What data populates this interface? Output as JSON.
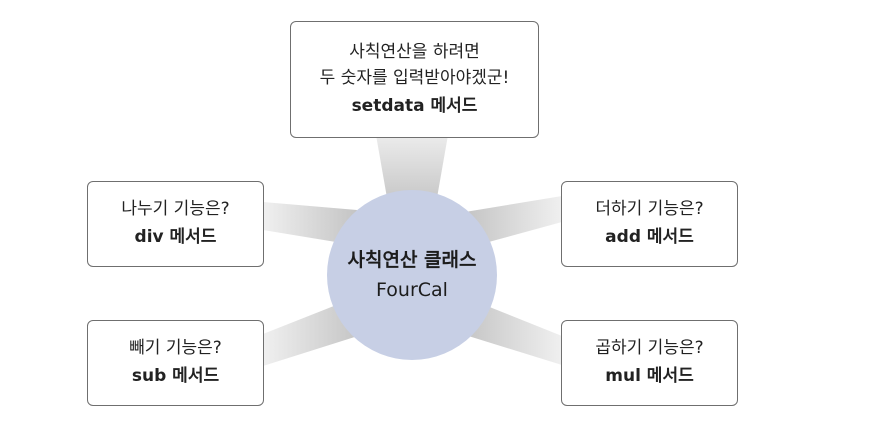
{
  "center": {
    "title": "사칙연산 클래스",
    "subtitle": "FourCal"
  },
  "boxes": {
    "setdata": {
      "line1": "사칙연산을 하려면",
      "line2": "두 숫자를 입력받아야겠군!",
      "method": "setdata 메서드"
    },
    "add": {
      "question": "더하기 기능은?",
      "method": "add 메서드"
    },
    "mul": {
      "question": "곱하기 기능은?",
      "method": "mul 메서드"
    },
    "div": {
      "question": "나누기 기능은?",
      "method": "div 메서드"
    },
    "sub": {
      "question": "빼기 기능은?",
      "method": "sub 메서드"
    }
  },
  "colors": {
    "circle_fill": "#c7cfe5",
    "ray_fill": "#d9d9d9",
    "box_border": "#6f6f6f"
  }
}
